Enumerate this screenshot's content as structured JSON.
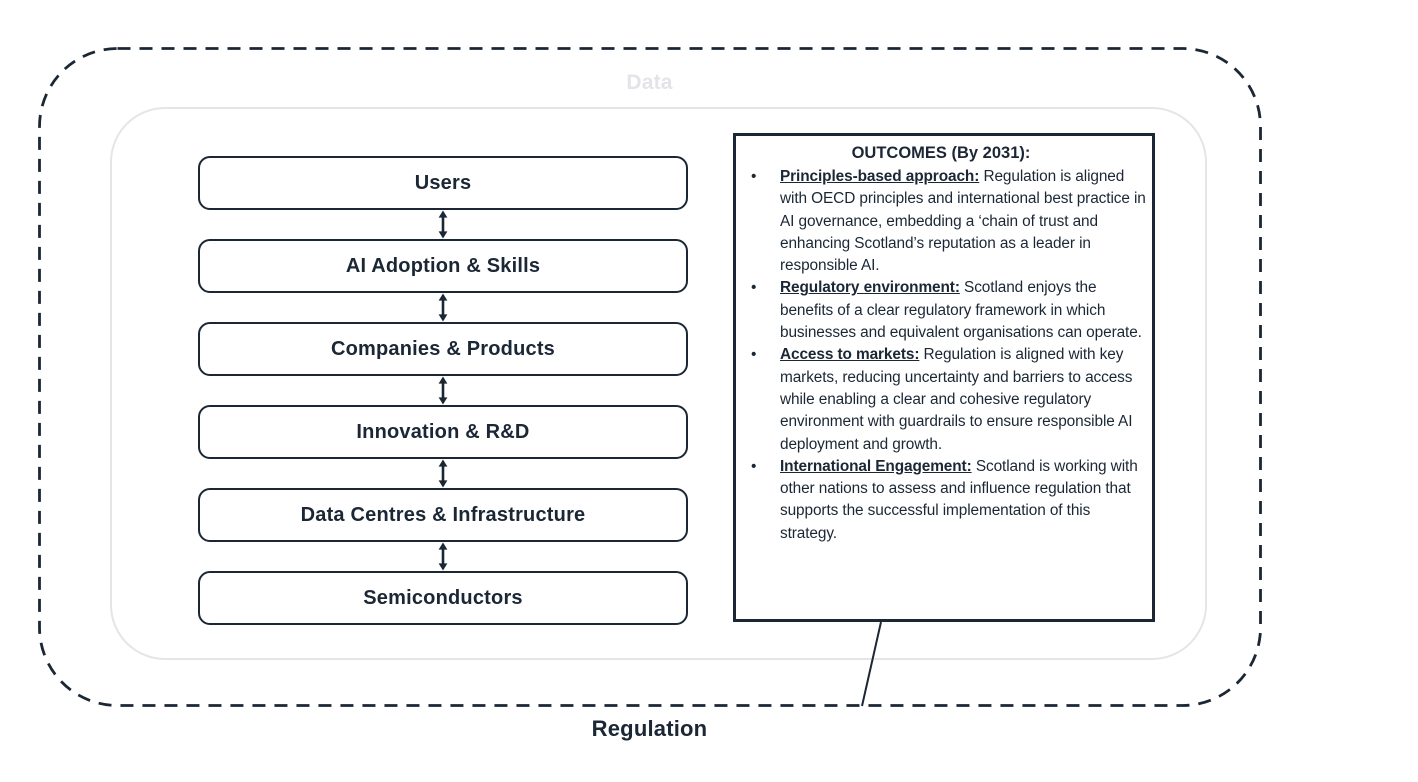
{
  "diagram": {
    "data_label": "Data",
    "regulation_label": "Regulation",
    "stack_boxes": [
      {
        "label": "Users"
      },
      {
        "label": "AI Adoption & Skills"
      },
      {
        "label": "Companies & Products"
      },
      {
        "label": "Innovation & R&D"
      },
      {
        "label": "Data Centres & Infrastructure"
      },
      {
        "label": "Semiconductors"
      }
    ],
    "outcomes_box": {
      "title": "OUTCOMES (By 2031):",
      "bullets": [
        {
          "lead": "Principles-based approach:",
          "text": "Regulation is aligned with OECD principles and international best practice in AI governance, embedding a ‘chain of trust and enhancing Scotland’s reputation as a leader in responsible AI."
        },
        {
          "lead": "Regulatory environment:",
          "text": "Scotland enjoys the benefits of a clear regulatory framework in which businesses and equivalent organisations can operate."
        },
        {
          "lead": "Access to markets:",
          "text": "Regulation is aligned with key markets, reducing uncertainty and barriers to access while enabling a clear and cohesive regulatory environment with guardrails to ensure responsible AI deployment and growth."
        },
        {
          "lead": "International Engagement:",
          "text": "Scotland is working with other nations to assess and influence regulation that supports the successful implementation of this strategy."
        }
      ]
    },
    "colors": {
      "ink": "#1b2735",
      "data_container_border": "#e4e5e7",
      "data_label_text": "#e2e4e8",
      "background": "#ffffff"
    }
  }
}
